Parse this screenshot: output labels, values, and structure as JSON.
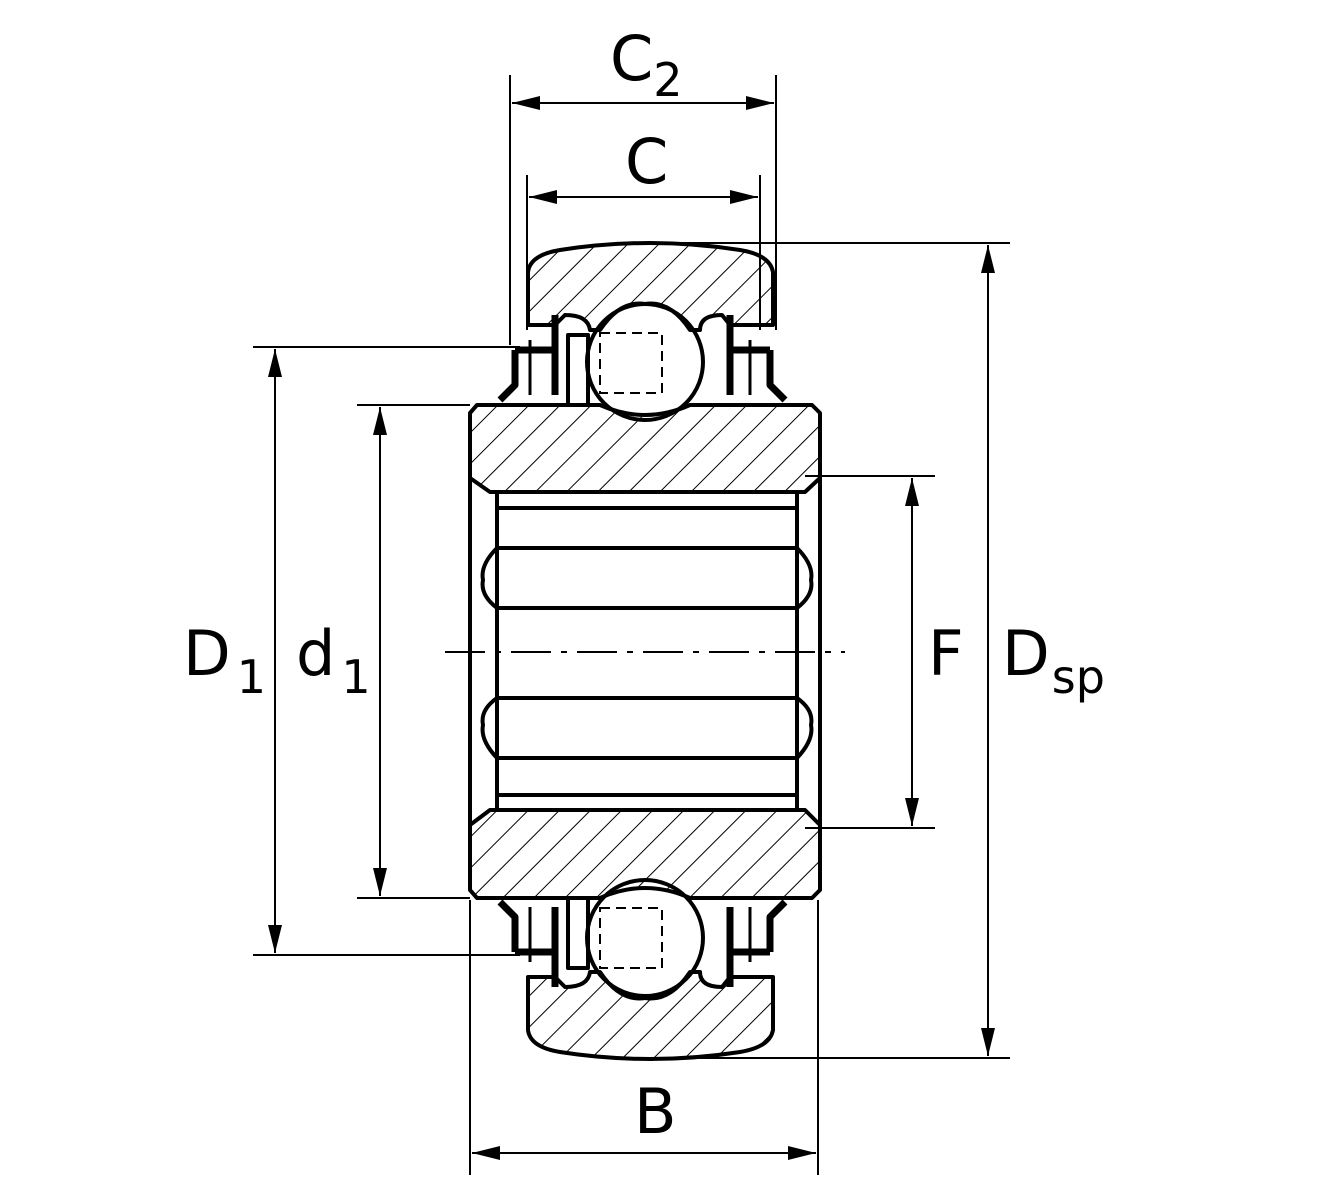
{
  "diagram": {
    "labels": {
      "C2": {
        "main": "C",
        "sub": "2"
      },
      "C": {
        "main": "C"
      },
      "D1": {
        "main": "D",
        "sub": "1"
      },
      "d1": {
        "main": "d",
        "sub": "1"
      },
      "F": {
        "main": "F"
      },
      "Dsp": {
        "main": "D",
        "sub": "sp"
      },
      "B": {
        "main": "B"
      }
    }
  }
}
